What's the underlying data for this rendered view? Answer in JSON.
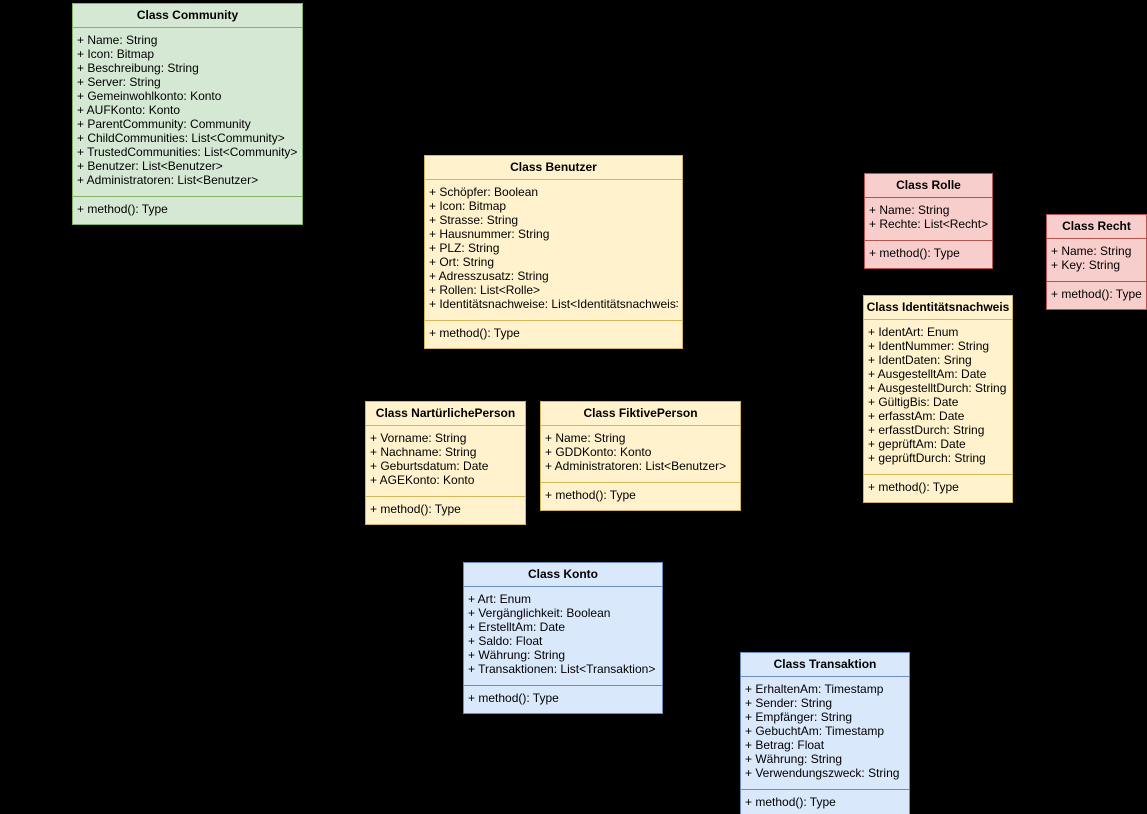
{
  "palette": {
    "background": "#000000",
    "text": "#000000",
    "green_fill": "#d5e8d4",
    "green_border": "#82b366",
    "yellow_fill": "#fff2cc",
    "yellow_border": "#d6b656",
    "red_fill": "#f8cecc",
    "red_border": "#b85450",
    "blue_fill": "#dae8fc",
    "blue_border": "#6c8ebf"
  },
  "classes": {
    "community": {
      "title": "Class Community",
      "attributes": [
        "+ Name: String",
        "+ Icon: Bitmap",
        "+ Beschreibung: String",
        "+ Server: String",
        "+ Gemeinwohlkonto: Konto",
        "+ AUFKonto: Konto",
        "+ ParentCommunity: Community",
        "+ ChildCommunities: List<Community>",
        "+ TrustedCommunities: List<Community>",
        "+ Benutzer: List<Benutzer>",
        "+ Administratoren: List<Benutzer>"
      ],
      "methods": [
        "+ method(): Type"
      ]
    },
    "benutzer": {
      "title": "Class Benutzer",
      "attributes": [
        "+ Schöpfer: Boolean",
        "+ Icon: Bitmap",
        "+ Strasse: String",
        "+ Hausnummer: String",
        "+ PLZ: String",
        "+ Ort: String",
        "+ Adresszusatz: String",
        "+ Rollen: List<Rolle>",
        "+ Identitätsnachweise: List<Identitätsnachweis>"
      ],
      "methods": [
        "+ method(): Type"
      ]
    },
    "rolle": {
      "title": "Class Rolle",
      "attributes": [
        "+ Name: String",
        "+ Rechte: List<Recht>"
      ],
      "methods": [
        "+ method(): Type"
      ]
    },
    "recht": {
      "title": "Class Recht",
      "attributes": [
        "+ Name: String",
        "+ Key: String"
      ],
      "methods": [
        "+ method(): Type"
      ]
    },
    "identitaetsnachweis": {
      "title": "Class Identitätsnachweis",
      "attributes": [
        "+ IdentArt: Enum",
        "+ IdentNummer: String",
        "+ IdentDaten: Sring",
        "+ AusgestelltAm: Date",
        "+ AusgestelltDurch: String",
        "+ GültigBis: Date",
        "+ erfasstAm: Date",
        "+ erfasstDurch: String",
        "+ geprüftAm: Date",
        "+ geprüftDurch: String"
      ],
      "methods": [
        "+ method(): Type"
      ]
    },
    "nartuerlicheperson": {
      "title": "Class NartürlichePerson",
      "attributes": [
        "+ Vorname: String",
        "+ Nachname: String",
        "+ Geburtsdatum: Date",
        "+ AGEKonto: Konto"
      ],
      "methods": [
        "+ method(): Type"
      ]
    },
    "fiktiveperson": {
      "title": "Class FiktivePerson",
      "attributes": [
        "+ Name: String",
        "+ GDDKonto: Konto",
        "+ Administratoren: List<Benutzer>"
      ],
      "methods": [
        "+ method(): Type"
      ]
    },
    "konto": {
      "title": "Class Konto",
      "attributes": [
        "+ Art: Enum",
        "+ Vergänglichkeit: Boolean",
        "+ ErstelltAm: Date",
        "+ Saldo: Float",
        "+ Währung: String",
        "+ Transaktionen: List<Transaktion>"
      ],
      "methods": [
        "+ method(): Type"
      ]
    },
    "transaktion": {
      "title": "Class Transaktion",
      "attributes": [
        "+ ErhaltenAm: Timestamp",
        "+ Sender: String",
        "+ Empfänger: String",
        "+ GebuchtAm: Timestamp",
        "+ Betrag: Float",
        "+ Währung: String",
        "+ Verwendungszweck: String"
      ],
      "methods": [
        "+ method(): Type"
      ]
    }
  }
}
